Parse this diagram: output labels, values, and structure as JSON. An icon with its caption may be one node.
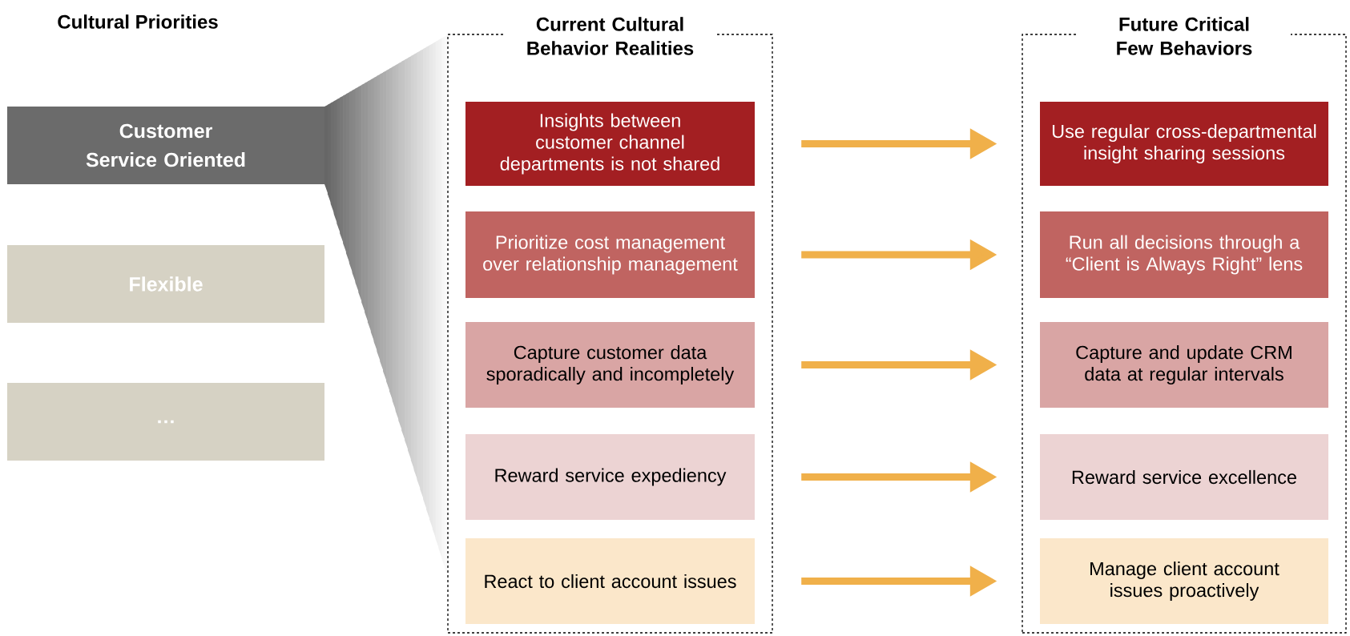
{
  "diagram": {
    "nodes": [
      {
        "text": [
          "Customer Service Oriented"
        ]
      },
      {
        "text": [
          "Flexible"
        ]
      },
      {
        "text": [
          "…"
        ]
      },
      {
        "text": [
          "Current Cultural Behavior Realities"
        ]
      },
      {
        "text": [
          "Insights between customer channel departments is not shared"
        ],
        "in": 3
      },
      {
        "text": [
          "Prioritize cost management over relationship management"
        ],
        "in": 3
      },
      {
        "text": [
          "Capture customer data sporadically and incompletely"
        ],
        "in": 3
      },
      {
        "text": [
          "Reward service expediency"
        ],
        "in": 3
      },
      {
        "text": [
          "React to client account issues"
        ],
        "in": 3
      },
      {
        "text": [
          "Future Critical Few Behaviors"
        ]
      },
      {
        "text": [
          "Use regular cross-departmental insight sharing sessions"
        ],
        "in": 9
      },
      {
        "text": [
          "Run all decisions through a “Client is Always Right” lens"
        ],
        "in": 9
      },
      {
        "text": [
          "Capture and update CRM data at regular intervals"
        ],
        "in": 9
      },
      {
        "text": [
          "Reward service excellence"
        ],
        "in": 9
      },
      {
        "text": [
          "Manage client account issues proactively"
        ],
        "in": 9
      }
    ],
    "edges": [
      {
        "from": 4,
        "to": 10,
        "arrow": "to"
      },
      {
        "from": 5,
        "to": 11,
        "arrow": "to"
      },
      {
        "from": 6,
        "to": 12,
        "arrow": "to"
      },
      {
        "from": 7,
        "to": 13,
        "arrow": "to"
      },
      {
        "from": 8,
        "to": 14,
        "arrow": "to"
      }
    ],
    "labels": [
      "Cultural Priorities"
    ]
  }
}
